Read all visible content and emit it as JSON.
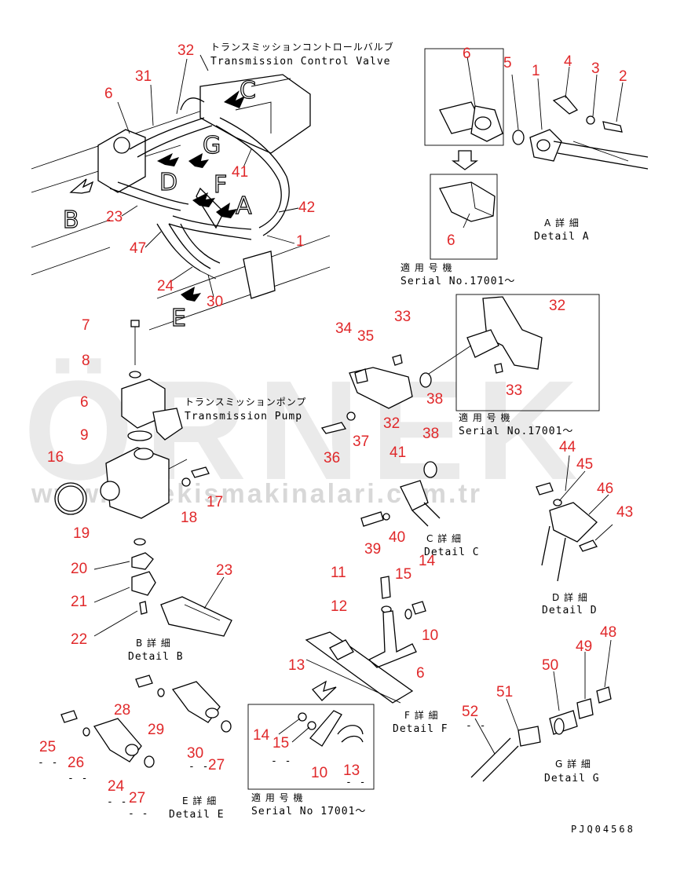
{
  "watermark": {
    "brand": "ÖRNEK",
    "url": "www.ornekismakinalari.com.tr"
  },
  "drawing_code": "PJQ04568",
  "titles": {
    "control_valve_jp": "トランスミッションコントロールバルブ",
    "control_valve_en": "Transmission Control Valve",
    "pump_jp": "トランスミッションポンプ",
    "pump_en": "Transmission Pump"
  },
  "view_letters": [
    "B",
    "C",
    "G",
    "D",
    "F",
    "A",
    "E"
  ],
  "details": {
    "a_jp": "A 詳 細",
    "a_en": "Detail A",
    "b_jp": "B 詳 細",
    "b_en": "Detail B",
    "c_jp": "C 詳 細",
    "c_en": "Detail C",
    "d_jp": "D 詳 細",
    "d_en": "Detail D",
    "e_jp": "E 詳 細",
    "e_en": "Detail E",
    "f_jp": "F 詳 細",
    "f_en": "Detail F",
    "g_jp": "G 詳 細",
    "g_en": "Detail G"
  },
  "serial": {
    "s1_jp": "適 用 号 機",
    "s1_en": "Serial No.17001～",
    "s2_jp": "適 用 号 機",
    "s2_en": "Serial No.17001～",
    "s3_jp": "適 用 号 機",
    "s3_en": "Serial No 17001～"
  },
  "callouts": [
    "32",
    "31",
    "6",
    "23",
    "47",
    "24",
    "30",
    "41",
    "42",
    "1",
    "6",
    "5",
    "1",
    "4",
    "3",
    "2",
    "6",
    "7",
    "8",
    "6",
    "9",
    "16",
    "17",
    "18",
    "19",
    "20",
    "21",
    "22",
    "23",
    "34",
    "35",
    "33",
    "32",
    "38",
    "36",
    "37",
    "33",
    "32",
    "33",
    "41",
    "38",
    "39",
    "40",
    "44",
    "45",
    "46",
    "43",
    "11",
    "15",
    "14",
    "12",
    "10",
    "13",
    "6",
    "28",
    "29",
    "30",
    "27",
    "25",
    "26",
    "24",
    "27",
    "14",
    "15",
    "10",
    "13",
    "48",
    "49",
    "50",
    "51",
    "52"
  ],
  "dash_marks": [
    "- -",
    "- -",
    "- -",
    "- -",
    "- -",
    "- -",
    "- -",
    "- -"
  ]
}
